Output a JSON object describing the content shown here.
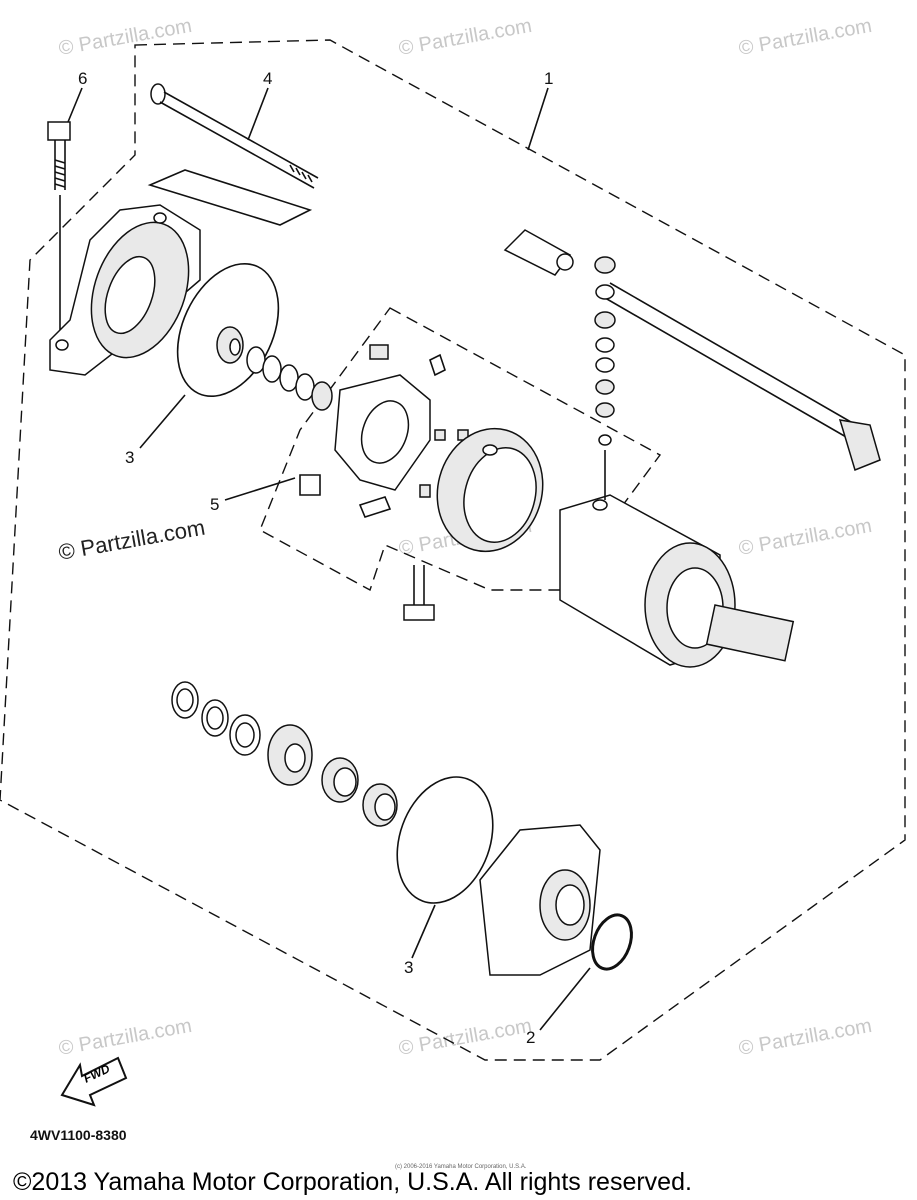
{
  "diagram": {
    "callouts": {
      "c1": "1",
      "c2": "2",
      "c3a": "3",
      "c3b": "3",
      "c4": "4",
      "c5": "5",
      "c6": "6"
    },
    "watermarks": {
      "text": "© Partzilla.com",
      "dark_text": "© Partzilla.com"
    },
    "part_code": "4WV1100-8380",
    "fwd_label": "FWD",
    "small_copyright": "(c) 2006-2016 Yamaha Motor Corporation, U.S.A.",
    "copyright": "©2013 Yamaha Motor Corporation, U.S.A. All rights reserved."
  }
}
